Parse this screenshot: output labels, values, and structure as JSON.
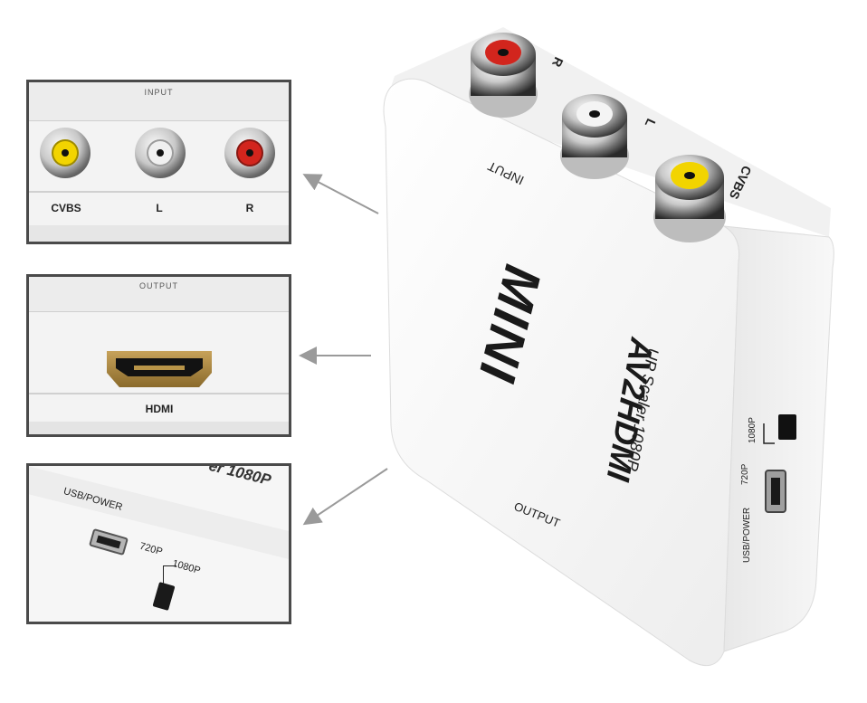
{
  "input_panel": {
    "header": "INPUT",
    "ports": [
      {
        "label": "CVBS",
        "color": "#f2d400"
      },
      {
        "label": "L",
        "color": "#f0f0f0"
      },
      {
        "label": "R",
        "color": "#d2251d"
      }
    ]
  },
  "output_panel": {
    "header": "OUTPUT",
    "port_label": "HDMI"
  },
  "power_panel": {
    "usb_label": "USB/POWER",
    "res_720": "720P",
    "res_1080": "1080P",
    "partial_text": "er 1080P"
  },
  "device": {
    "brand": "MINI",
    "model": "AV2HDMI",
    "subtitle": "UP Scaler 1080P",
    "input_label": "INPUT",
    "output_label": "OUTPUT",
    "jack_labels": [
      "R",
      "L",
      "CVBS"
    ],
    "side_usb_label": "USB/POWER",
    "side_720": "720P",
    "side_1080": "1080P"
  }
}
